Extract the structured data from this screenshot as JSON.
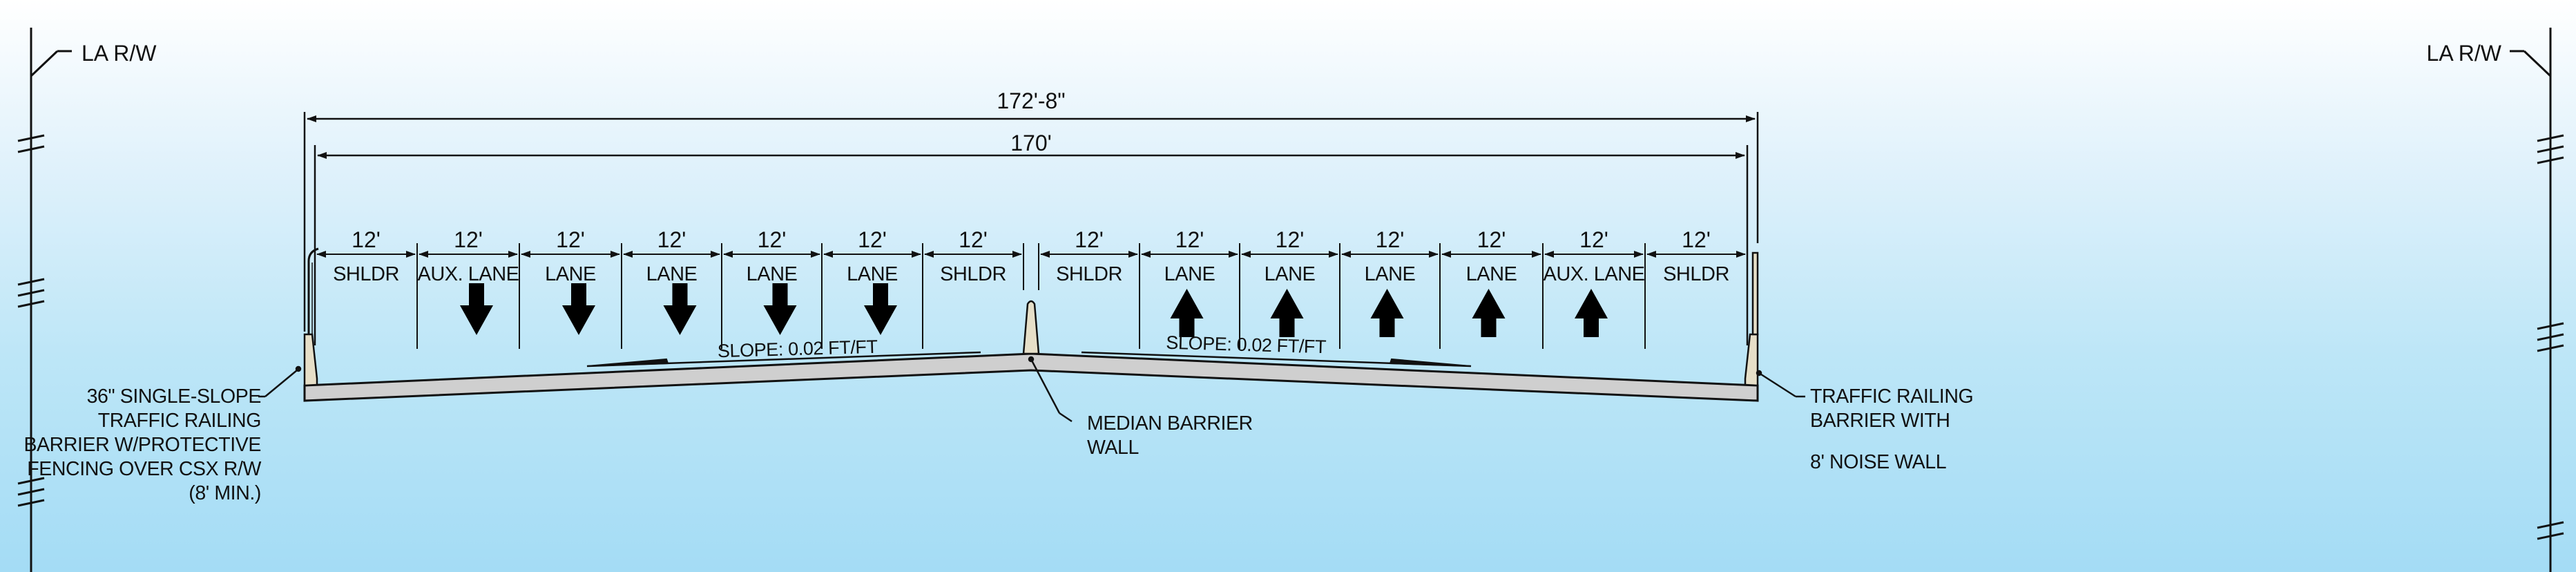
{
  "right_of_way": {
    "left_label": "LA R/W",
    "right_label": "LA R/W"
  },
  "dimensions": {
    "overall": "172'-8\"",
    "inner": "170'"
  },
  "lanes": [
    {
      "width": "12'",
      "name": "SHLDR",
      "direction": "none"
    },
    {
      "width": "12'",
      "name": "AUX. LANE",
      "direction": "down"
    },
    {
      "width": "12'",
      "name": "LANE",
      "direction": "down"
    },
    {
      "width": "12'",
      "name": "LANE",
      "direction": "down"
    },
    {
      "width": "12'",
      "name": "LANE",
      "direction": "down"
    },
    {
      "width": "12'",
      "name": "LANE",
      "direction": "down"
    },
    {
      "width": "12'",
      "name": "SHLDR",
      "direction": "none"
    },
    {
      "width": "12'",
      "name": "SHLDR",
      "direction": "none"
    },
    {
      "width": "12'",
      "name": "LANE",
      "direction": "up"
    },
    {
      "width": "12'",
      "name": "LANE",
      "direction": "up"
    },
    {
      "width": "12'",
      "name": "LANE",
      "direction": "up"
    },
    {
      "width": "12'",
      "name": "LANE",
      "direction": "up"
    },
    {
      "width": "12'",
      "name": "AUX. LANE",
      "direction": "up"
    },
    {
      "width": "12'",
      "name": "SHLDR",
      "direction": "none"
    }
  ],
  "slopes": {
    "left": "SLOPE: 0.02 FT/FT",
    "right": "SLOPE: 0.02 FT/FT"
  },
  "callouts": {
    "left_barrier": [
      "36\" SINGLE-SLOPE",
      "TRAFFIC RAILING",
      "BARRIER W/PROTECTIVE",
      "FENCING OVER CSX R/W",
      "(8' MIN.)"
    ],
    "median": [
      "MEDIAN BARRIER",
      "WALL"
    ],
    "right_barrier": [
      "TRAFFIC RAILING",
      "BARRIER WITH",
      "8' NOISE WALL"
    ]
  },
  "colors": {
    "line": "#111111",
    "deck_fill": "#cfcfcf",
    "barrier_fill": "#e6dfc8",
    "sky_top": "#ffffff",
    "sky_bottom": "#a4dcf5"
  }
}
